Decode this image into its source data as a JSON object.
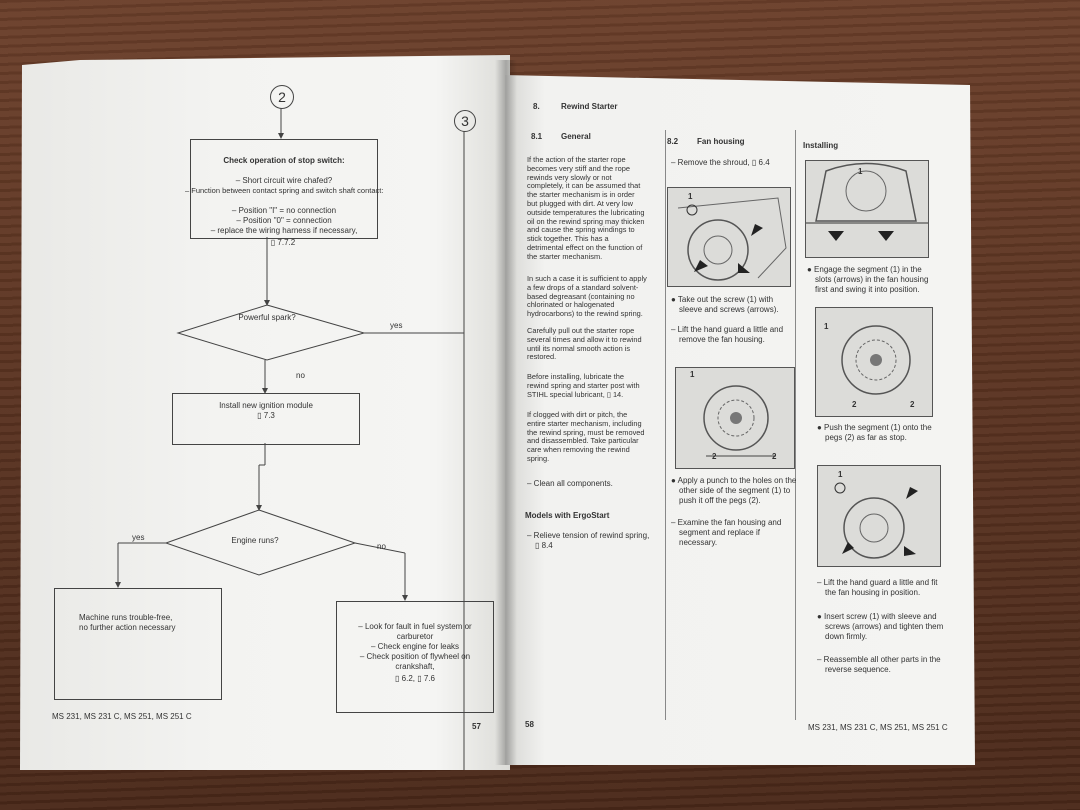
{
  "left_page": {
    "connector_2": "2",
    "connector_3": "3",
    "check_box": {
      "title": "Check operation of stop switch:",
      "lines": [
        "– Short circuit wire chafed?",
        "– Function between contact spring and switch shaft contact:",
        "– Position \"I\" = no connection",
        "– Position \"0\" = connection",
        "– replace the wiring harness if necessary,",
        "▯ 7.7.2"
      ]
    },
    "decision_spark": "Powerful spark?",
    "spark_yes": "yes",
    "spark_no": "no",
    "install_box": [
      "Install new ignition module",
      "▯ 7.3"
    ],
    "decision_engine": "Engine runs?",
    "engine_yes": "yes",
    "engine_no": "no",
    "machine_box": [
      "Machine runs trouble-free,",
      "no further action necessary"
    ],
    "fault_box": [
      "– Look for fault in fuel system or",
      "carburetor",
      "– Check engine for leaks",
      "– Check position of flywheel on",
      "crankshaft,",
      "▯ 6.2, ▯ 7.6"
    ],
    "footer": "MS 231, MS 231 C, MS 251, MS 251 C",
    "page_number": "57"
  },
  "right_page": {
    "section_number": "8.",
    "section_title": "Rewind Starter",
    "col1": {
      "sub_number": "8.1",
      "sub_title": "General",
      "para1": [
        "If the action of the starter rope",
        "becomes very stiff and the rope",
        "rewinds very slowly or not",
        "completely, it can be assumed that",
        "the starter mechanism is in order",
        "but plugged with dirt. At very low",
        "outside temperatures the lubricating",
        "oil on the rewind spring may thicken",
        "and cause the spring windings to",
        "stick together. This has a",
        "detrimental effect on the function of",
        "the starter mechanism."
      ],
      "para2": [
        "In such a case it is sufficient to apply",
        "a few drops of a standard solvent-",
        "based degreasant (containing no",
        "chlorinated or halogenated",
        "hydrocarbons) to the rewind spring."
      ],
      "para3": [
        "Carefully pull out the starter rope",
        "several times and allow it to rewind",
        "until its normal smooth action is",
        "restored."
      ],
      "para4": [
        "Before installing, lubricate the",
        "rewind spring and starter post with",
        "STIHL special lubricant, ▯ 14."
      ],
      "para5": [
        "If clogged with dirt or pitch, the",
        "entire starter mechanism, including",
        "the rewind spring, must be removed",
        "and disassembled. Take particular",
        "care when removing the rewind",
        "spring."
      ],
      "step1": "– Clean all components.",
      "models_title": "Models with ErgoStart",
      "step2": [
        "– Relieve tension of rewind spring,",
        "▯ 8.4"
      ],
      "page_number": "58"
    },
    "col2": {
      "sub_number": "8.2",
      "sub_title": "Fan housing",
      "step1": "– Remove the shroud, ▯ 6.4",
      "bullet1": [
        "● Take out the screw (1) with",
        "sleeve and screws (arrows)."
      ],
      "step2": [
        "– Lift the hand guard a little and",
        "remove the fan housing."
      ],
      "bullet2": [
        "● Apply a punch to the holes on the",
        "other side of the segment (1) to",
        "push it off the pegs (2)."
      ],
      "step3": [
        "– Examine the fan housing and",
        "segment and replace if",
        "necessary."
      ],
      "fig1_label": "1",
      "fig2_labels": [
        "1",
        "2",
        "2"
      ]
    },
    "col3": {
      "sub_title": "Installing",
      "bullet1": [
        "● Engage the segment (1) in the",
        "slots (arrows) in the fan housing",
        "first and swing it into position."
      ],
      "bullet2": [
        "● Push the segment (1) onto the",
        "pegs (2) as far as stop."
      ],
      "step1": [
        "– Lift the hand guard a little and fit",
        "the fan housing in position."
      ],
      "bullet3": [
        "● Insert screw (1) with sleeve and",
        "screws (arrows) and tighten them",
        "down firmly."
      ],
      "step2": [
        "– Reassemble all other parts in the",
        "reverse sequence."
      ],
      "fig1_label": "1",
      "fig2_labels": [
        "1",
        "2",
        "2"
      ],
      "fig3_label": "1"
    },
    "footer": "MS 231, MS 231 C, MS 251, MS 251 C"
  }
}
